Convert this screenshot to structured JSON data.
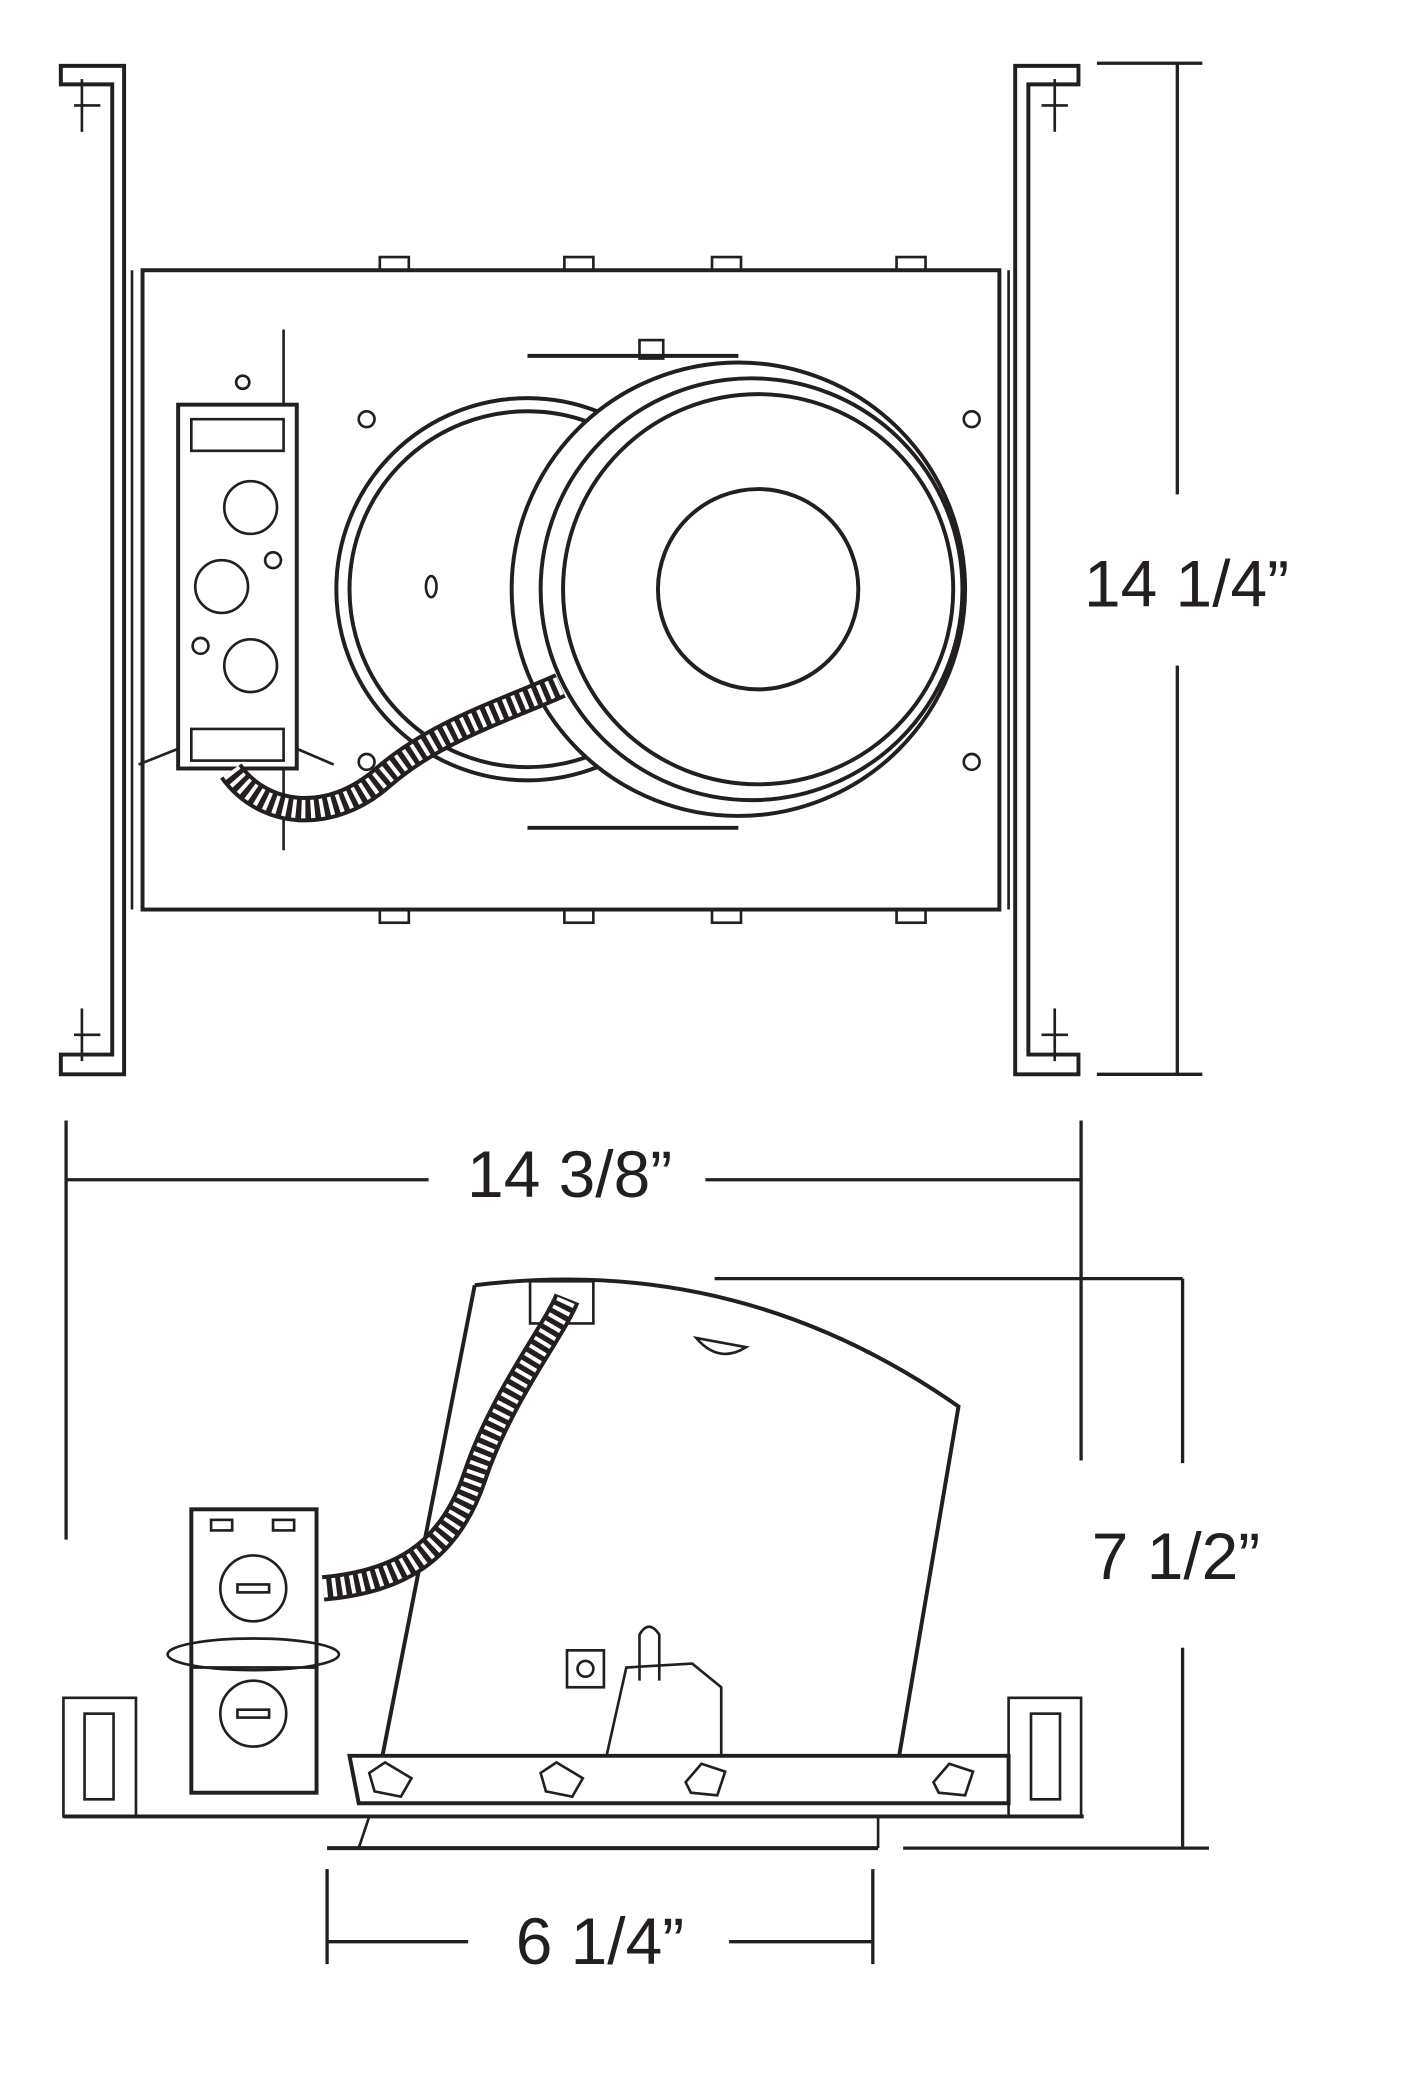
{
  "dimensions": {
    "height_top_view": "14 1/4”",
    "width_top_view": "14 3/8”",
    "height_side_view": "7 1/2”",
    "aperture_width": "6 1/4”"
  },
  "colors": {
    "line": "#231f20",
    "background": "#ffffff"
  }
}
